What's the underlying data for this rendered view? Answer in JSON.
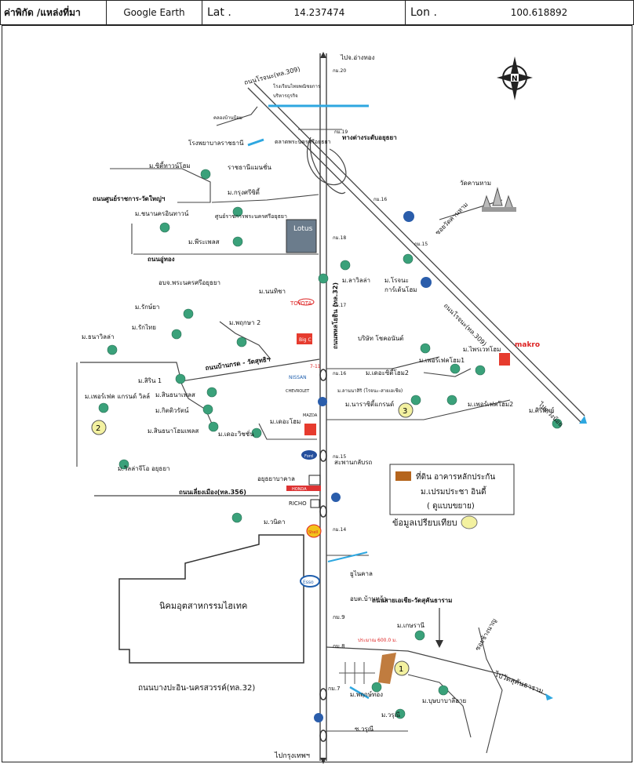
{
  "header": {
    "coord_label": "ค่าพิกัด /แหล่งที่มา",
    "source": "Google Earth",
    "lat_label": "Lat .",
    "lat_value": "14.237474",
    "lon_label": "Lon .",
    "lon_value": "100.618892"
  },
  "map": {
    "north_label": "N",
    "roads": {
      "to_angthong": "ไปจ.อ่างทอง",
      "rojana": "ถนนโรจนะ(ทล.309)",
      "rojana_lower": "ถนนโรจนะ(ทล.309)",
      "expressway": "ทางต่างระดับอยุธยา",
      "main_highway": "ถนนพหลโยธิน (ทล.32)",
      "sunyarachakan": "ถนนศูนย์ราชการ-วัดใหญ่ฯ",
      "u_thong": "ถนนอู่ทอง",
      "ban_krot": "ถนนบ้านกรด - วัดสุทธิฯ",
      "chiang_muang": "ถนนเลี่ยงเมือง(ทล.356)",
      "sai_asia": "ถนนสายเอเชีย-วัดสุคันธาราม",
      "bangpa_in": "ถนนบางปะอิน-นครสวรรค์(ทล.32)",
      "to_bangkok": "ไปกรุงเทพฯ",
      "to_wang_noi": "ไปอ.วังน้อย",
      "to_wat_sukhan": "ไปวัดสุคันธาราม",
      "soi_wat_kan": "ซอยวัดคานหาม",
      "soi_chang_nan": "ซอยช้างนาญ",
      "soi_warun": "ซ.วรุณี",
      "khong_ban": "คลองบ้านป้อม"
    },
    "km_markers": [
      "กม.20",
      "กม.19",
      "กม.18",
      "กม.17",
      "กม.16",
      "กม.15",
      "กม.14",
      "กม.9",
      "กม.8",
      "กม.7",
      "กม.16",
      "กม.15"
    ],
    "places": {
      "hotel": "โรงเรียนไทยพณิชยการ",
      "hotel2": "บริหารธุรกิจ",
      "hospital": "โรงพยาบาลราชธานี",
      "ratchathani_inn": "ราชธานีแมนชั่น",
      "phra_nakhon_center": "ศูนย์ราชการพระนครศรีอยุธยา",
      "ayutthaya_park": "ตลาดพระนครศรีอยุธยา",
      "lotus": "Lotus",
      "wat_kan_ham": "วัดคานหาม",
      "city_town": "ม.ซิตี้ทาวน์โฮม",
      "krung_sri": "ม.กรุงศรีซิตี้",
      "nakhon_in": "ม.ชนานครอินทาวน์",
      "phiraphat": "ม.พีระเพลส",
      "bmt": "อบจ.พระนครศรีอยุธยา",
      "nonthicha": "ม.นนทิชา",
      "la_villa": "ม.ลาวิลล่า",
      "rojana_garden": "ม.โรจนะ",
      "rojana_garden2": "การ์เด้นโฮม",
      "toyota": "TOYOTA",
      "rakyama": "ม.รักษ์ยา",
      "rak_thai": "ม.รักไทย",
      "thanaville": "ม.ธนาวิลล่า",
      "phruksa": "ม.พฤกษา 2",
      "bic": "บริษัท โชคอนันต์",
      "big_c": "Big C",
      "seven": "7-11",
      "nissan": "NISSAN",
      "chevrolet": "CHEVROLET",
      "mazda": "MAZDA",
      "makro": "makro",
      "phairot_home": "ม.ไพรเวทโฮม",
      "perfect_home1": "ม.เพอร์เฟคโฮม1",
      "perfect_home2": "ม.เพอร์เฟคโฮม2",
      "city_home2": "ม.เดอะซิตี้โฮม2",
      "lanna": "ม.ลานนาสิริ (โรจนะ-สายเอเชีย)",
      "nara": "ม.นาราซิตี้แกรนด์",
      "sirithip": "ม.ศิริทิพย์",
      "sirin1": "ม.สิริน 1",
      "sinthana_place": "ม.สินธนาเพลส",
      "kittiwat": "ม.กิตติวรัตน์",
      "sinthana_home": "ม.สินธนาโฮมเพลส",
      "the_wish": "ม.เดอะวิชชั่น",
      "the_home": "ม.เดอะโฮม",
      "the_perfect": "ม.เพอร์เฟค แกรนด์ วิลล์",
      "villa_joy": "ม.วิลล่าจีโอ อยุธยา",
      "ayutthaya_market": "อยุธยาบาคาล",
      "honda": "HONDA",
      "richo": "RICHO",
      "wanika": "ม.วนิดา",
      "shell": "Shell",
      "ford": "Ford",
      "u_turn": "สะพานกลับรถ",
      "u_thong_market": "ยูไนคาล",
      "nikhom": "นิคมอุตสาหกรรมไฮเทค",
      "sob_pt_ban_wa": "อบต.บ้านหว้า",
      "esso": "Esso",
      "kasarani": "ม.เกษรานี",
      "distance": "ประมาณ 600.0 ม.",
      "puthasa": "ม.พฤกษ์ทอง",
      "bun_sap": "ม.บุษบาบาลีอาย",
      "warun": "ม.วรุณี"
    },
    "legend": {
      "subject_line1": "ที่ดิน อาคารหลักประกัน",
      "subject_line2": "ม.เปรมประชา อินดี้",
      "subject_line3": "( ดูแบบขยาย)",
      "comparison": "ข้อมูลเปรียบเทียบ"
    },
    "markers": [
      "1",
      "2",
      "3"
    ]
  },
  "colors": {
    "water": "#2ea7e0",
    "subject": "#b5651d",
    "marker": "#f3f1a0",
    "green": "#3aa17a"
  }
}
